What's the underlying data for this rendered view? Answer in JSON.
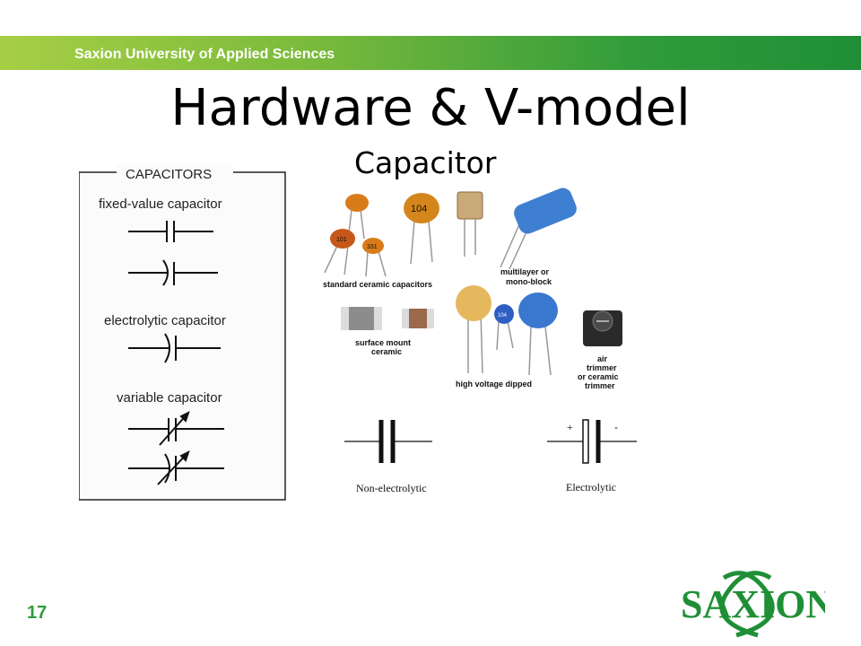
{
  "header": {
    "institution": "Saxion University of Applied Sciences"
  },
  "slide": {
    "title": "Hardware & V-model",
    "subtitle": "Capacitor",
    "page_number": "17"
  },
  "handdrawn": {
    "heading": "CAPACITORS",
    "fixed": "fixed-value capacitor",
    "electrolytic": "electrolytic capacitor",
    "variable": "variable capacitor"
  },
  "photos": {
    "ceramic_label": "standard ceramic capacitors",
    "multilayer_label_1": "multilayer or",
    "multilayer_label_2": "mono-block",
    "smd_label_1": "surface mount",
    "smd_label_2": "ceramic",
    "hv_label": "high voltage dipped",
    "trimmer_label_1": "air",
    "trimmer_label_2": "trimmer",
    "trimmer_label_3": "or ceramic",
    "trimmer_label_4": "trimmer",
    "marking_104": "104",
    "marking_101": "101",
    "marking_331": "331",
    "marking_104_small": "104"
  },
  "symbols": {
    "non_electrolytic": "Non-electrolytic",
    "electrolytic": "Electrolytic",
    "plus": "+",
    "minus": "-"
  },
  "logo": {
    "text": "SAXION"
  },
  "colors": {
    "green_dark": "#1f8f36",
    "green_light": "#a6cf45",
    "page_num": "#2f9b3a"
  }
}
